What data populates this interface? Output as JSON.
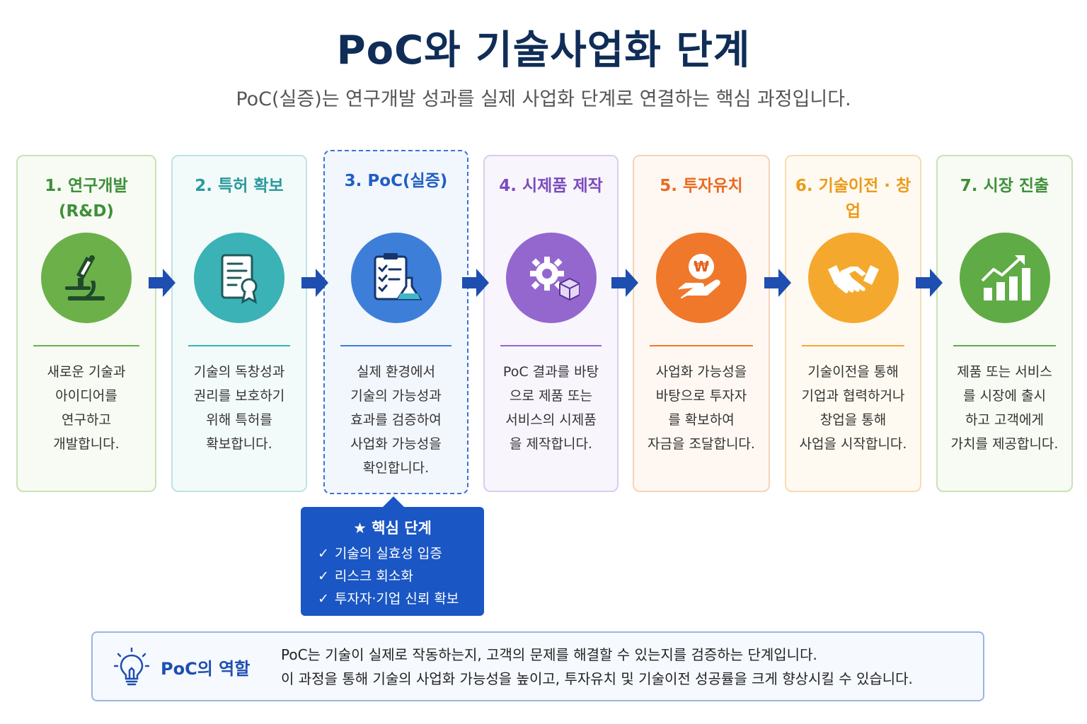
{
  "page": {
    "title": "PoC와 기술사업화 단계",
    "subtitle": "PoC(실증)는 연구개발 성과를 실제 사업화 단계로 연결하는 핵심 과정입니다."
  },
  "steps": [
    {
      "title_line1": "1. 연구개발",
      "title_line2": "(R&D)",
      "icon": "microscope-icon",
      "desc": [
        "새로운 기술과",
        "아이디어를",
        "연구하고",
        "개발합니다."
      ],
      "color": "#3f8f3a",
      "circle": "#6cb04a",
      "border": "#c8e2b8",
      "bg": "#f7fbf3"
    },
    {
      "title_line1": "2. 특허 확보",
      "title_line2": "",
      "icon": "certificate-icon",
      "desc": [
        "기술의 독창성과",
        "권리를 보호하기",
        "위해 특허를",
        "확보합니다."
      ],
      "color": "#2a9a9e",
      "circle": "#3bb2b5",
      "border": "#bfe3e4",
      "bg": "#f3fafa"
    },
    {
      "title_line1": "3. PoC(실증)",
      "title_line2": "",
      "icon": "checklist-flask-icon",
      "desc": [
        "실제 환경에서",
        "기술의 가능성과",
        "효과를 검증하여",
        "사업화 가능성을",
        "확인합니다."
      ],
      "color": "#1f5fc4",
      "circle": "#3d7fd8",
      "border": "#3b74d1",
      "bg": "#f2f6fd"
    },
    {
      "title_line1": "4. 시제품 제작",
      "title_line2": "",
      "icon": "gear-box-icon",
      "desc": [
        "PoC 결과를 바탕",
        "으로 제품 또는",
        "서비스의 시제품",
        "을 제작합니다."
      ],
      "color": "#7b4bbd",
      "circle": "#9467cf",
      "border": "#d9cdee",
      "bg": "#f8f5fd"
    },
    {
      "title_line1": "5. 투자유치",
      "title_line2": "",
      "icon": "won-hand-icon",
      "desc": [
        "사업화 가능성을",
        "바탕으로 투자자",
        "를 확보하여",
        "자금을 조달합니다."
      ],
      "color": "#ea6a1f",
      "circle": "#f0782b",
      "border": "#f6d3b8",
      "bg": "#fff8f2"
    },
    {
      "title_line1": "6. 기술이전 · 창업",
      "title_line2": "",
      "icon": "handshake-icon",
      "desc": [
        "기술이전을 통해",
        "기업과 협력하거나",
        "창업을 통해",
        "사업을 시작합니다."
      ],
      "color": "#ec9a1a",
      "circle": "#f4a92e",
      "border": "#f6dcb0",
      "bg": "#fffaf1"
    },
    {
      "title_line1": "7. 시장 진출",
      "title_line2": "",
      "icon": "growth-chart-icon",
      "desc": [
        "제품 또는 서비스",
        "를 시장에 출시",
        "하고 고객에게",
        "가치를 제공합니다."
      ],
      "color": "#3f8f3a",
      "circle": "#5fab45",
      "border": "#c8e2b8",
      "bg": "#f7fbf3"
    }
  ],
  "callout": {
    "title": "★ 핵심 단계",
    "items": [
      "기술의 실효성 입증",
      "리스크 회소화",
      "투자자·기업 신뢰 확보"
    ]
  },
  "role": {
    "label": "PoC의 역할",
    "line1": "PoC는 기술이 실제로 작동하는지, 고객의 문제를 해결할 수 있는지를 검증하는 단계입니다.",
    "line2": "이 과정을 통해 기술의 사업화 가능성을 높이고, 투자유치 및 기술이전 성공률을 크게 향상시킬 수 있습니다."
  },
  "colors": {
    "arrow": "#1e4fb0",
    "title": "#0f2d57"
  }
}
